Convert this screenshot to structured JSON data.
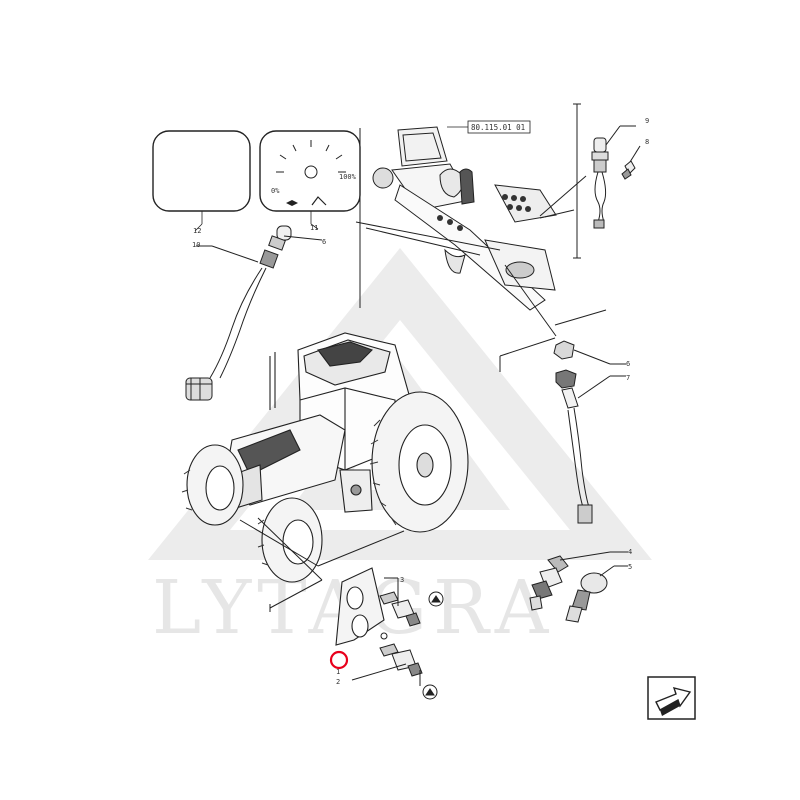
{
  "watermark": {
    "text": "LYTAGRA"
  },
  "reference_box": {
    "text": "80.115.01 01"
  },
  "gauge": {
    "min_label": "0%",
    "max_label": "100%"
  },
  "callouts": {
    "c1": "1",
    "c2": "2",
    "c3": "3",
    "c4": "4",
    "c5": "5",
    "c6a": "6",
    "c6b": "6",
    "c7": "7",
    "c8": "8",
    "c9": "9",
    "c10": "10",
    "c11": "11",
    "c12": "12"
  },
  "colors": {
    "line": "#222222",
    "highlight": "#e8001c",
    "watermark": "#e6e6e6"
  },
  "icons": {
    "nav": "next-page-arrow-icon"
  }
}
